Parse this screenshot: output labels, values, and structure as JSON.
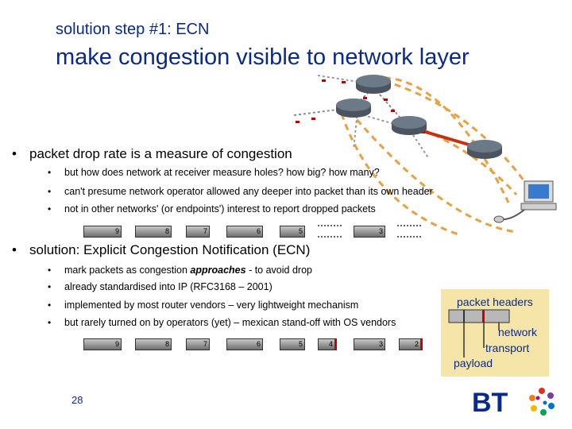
{
  "slide": {
    "subtitle": "solution step #1: ECN",
    "title": "make congestion visible to network layer",
    "page_number": "28"
  },
  "bullets": [
    {
      "text": "packet drop rate is a measure of congestion",
      "sub": [
        "but how does network at receiver measure holes? how big? how many?",
        "can't presume network operator allowed any deeper into packet than its own header",
        "not in other networks' (or endpoints') interest to report dropped packets"
      ]
    },
    {
      "text": "solution: Explicit Congestion Notification (ECN)",
      "sub_intro_before": "mark packets as congestion ",
      "sub_intro_em": "approaches",
      "sub_intro_after": " - to avoid drop",
      "sub": [
        "already standardised into IP (RFC3168 – 2001)",
        "implemented by most router vendors – very lightweight mechanism",
        "but rarely turned on by operators (yet) – mexican stand-off with OS vendors"
      ]
    }
  ],
  "packets_row1": [
    "9",
    "8",
    "7",
    "6",
    "5",
    "3"
  ],
  "packets_row2": [
    "9",
    "8",
    "7",
    "6",
    "5",
    "4",
    "3",
    "2"
  ],
  "legend": {
    "packet_headers": "packet headers",
    "network": "network",
    "transport": "transport",
    "payload": "payload"
  },
  "colors": {
    "title_blue": "#0a2a8a",
    "ecn_red": "#d00000",
    "route_orange": "#e8a040",
    "flow_red": "#c83010",
    "legend_bg": "#f5e5a8"
  },
  "icons": [
    "router-icon",
    "computer-icon",
    "bt-logo"
  ]
}
